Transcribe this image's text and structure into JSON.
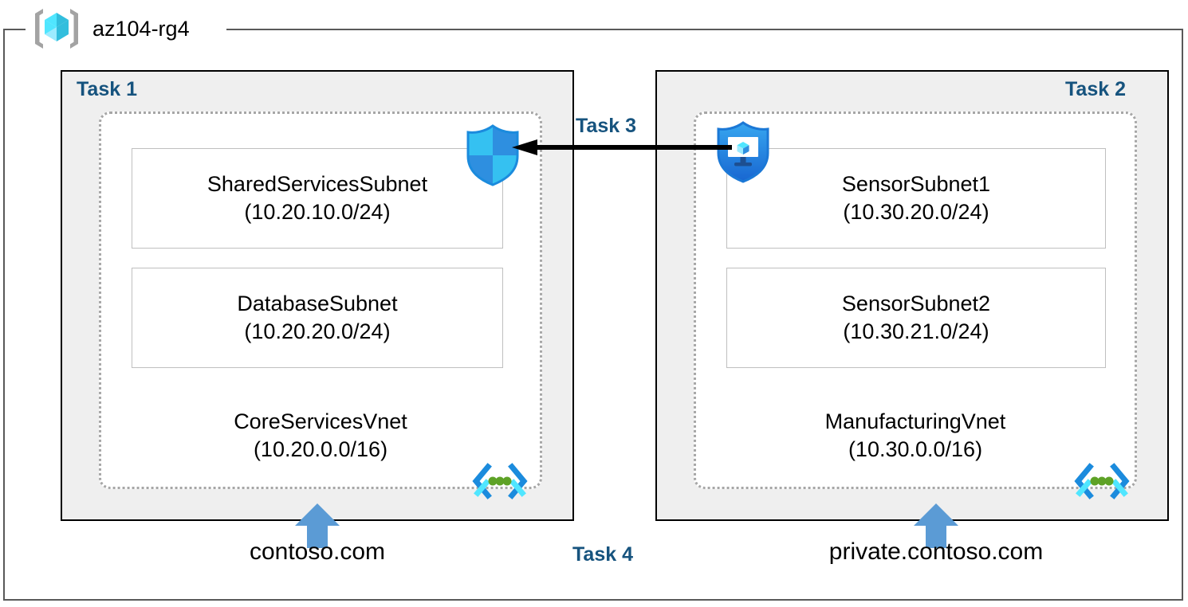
{
  "resource_group": {
    "name": "az104-rg4",
    "icon": "resource-group-cube-icon"
  },
  "tasks": {
    "task1": "Task 1",
    "task2": "Task 2",
    "task3": "Task 3",
    "task4": "Task 4"
  },
  "vnets": {
    "left": {
      "name": "CoreServicesVnet",
      "cidr": "(10.20.0.0/16)",
      "icon": "virtual-network-icon",
      "subnets": [
        {
          "name": "SharedServicesSubnet",
          "cidr": "(10.20.10.0/24)"
        },
        {
          "name": "DatabaseSubnet",
          "cidr": "(10.20.20.0/24)"
        }
      ],
      "dns_zone": "contoso.com"
    },
    "right": {
      "name": "ManufacturingVnet",
      "cidr": "(10.30.0.0/16)",
      "icon": "virtual-network-icon",
      "subnets": [
        {
          "name": "SensorSubnet1",
          "cidr": "(10.30.20.0/24)"
        },
        {
          "name": "SensorSubnet2",
          "cidr": "(10.30.21.0/24)"
        }
      ],
      "dns_zone": "private.contoso.com"
    }
  },
  "icons": {
    "firewall_shield": "network-security-group-shield-icon",
    "bastion_shield": "bastion-vm-shield-icon",
    "peering_arrow": "peering-arrow-left-icon",
    "dns_arrow": "dns-link-arrow-up-icon"
  },
  "colors": {
    "task_label": "#16537e",
    "task_box_fill": "#efefef",
    "task_box_border": "#000000",
    "frame_border": "#595959",
    "vnet_border": "#a6a6a6",
    "subnet_border": "#bfbfbf",
    "dns_arrow": "#5b9bd5",
    "shield_blue": "#1f8bea",
    "shield_light": "#39c7f7",
    "cube_cyan": "#50e6ff",
    "bracket_gray": "#a3a3a3",
    "peering_green": "#5ea226"
  }
}
